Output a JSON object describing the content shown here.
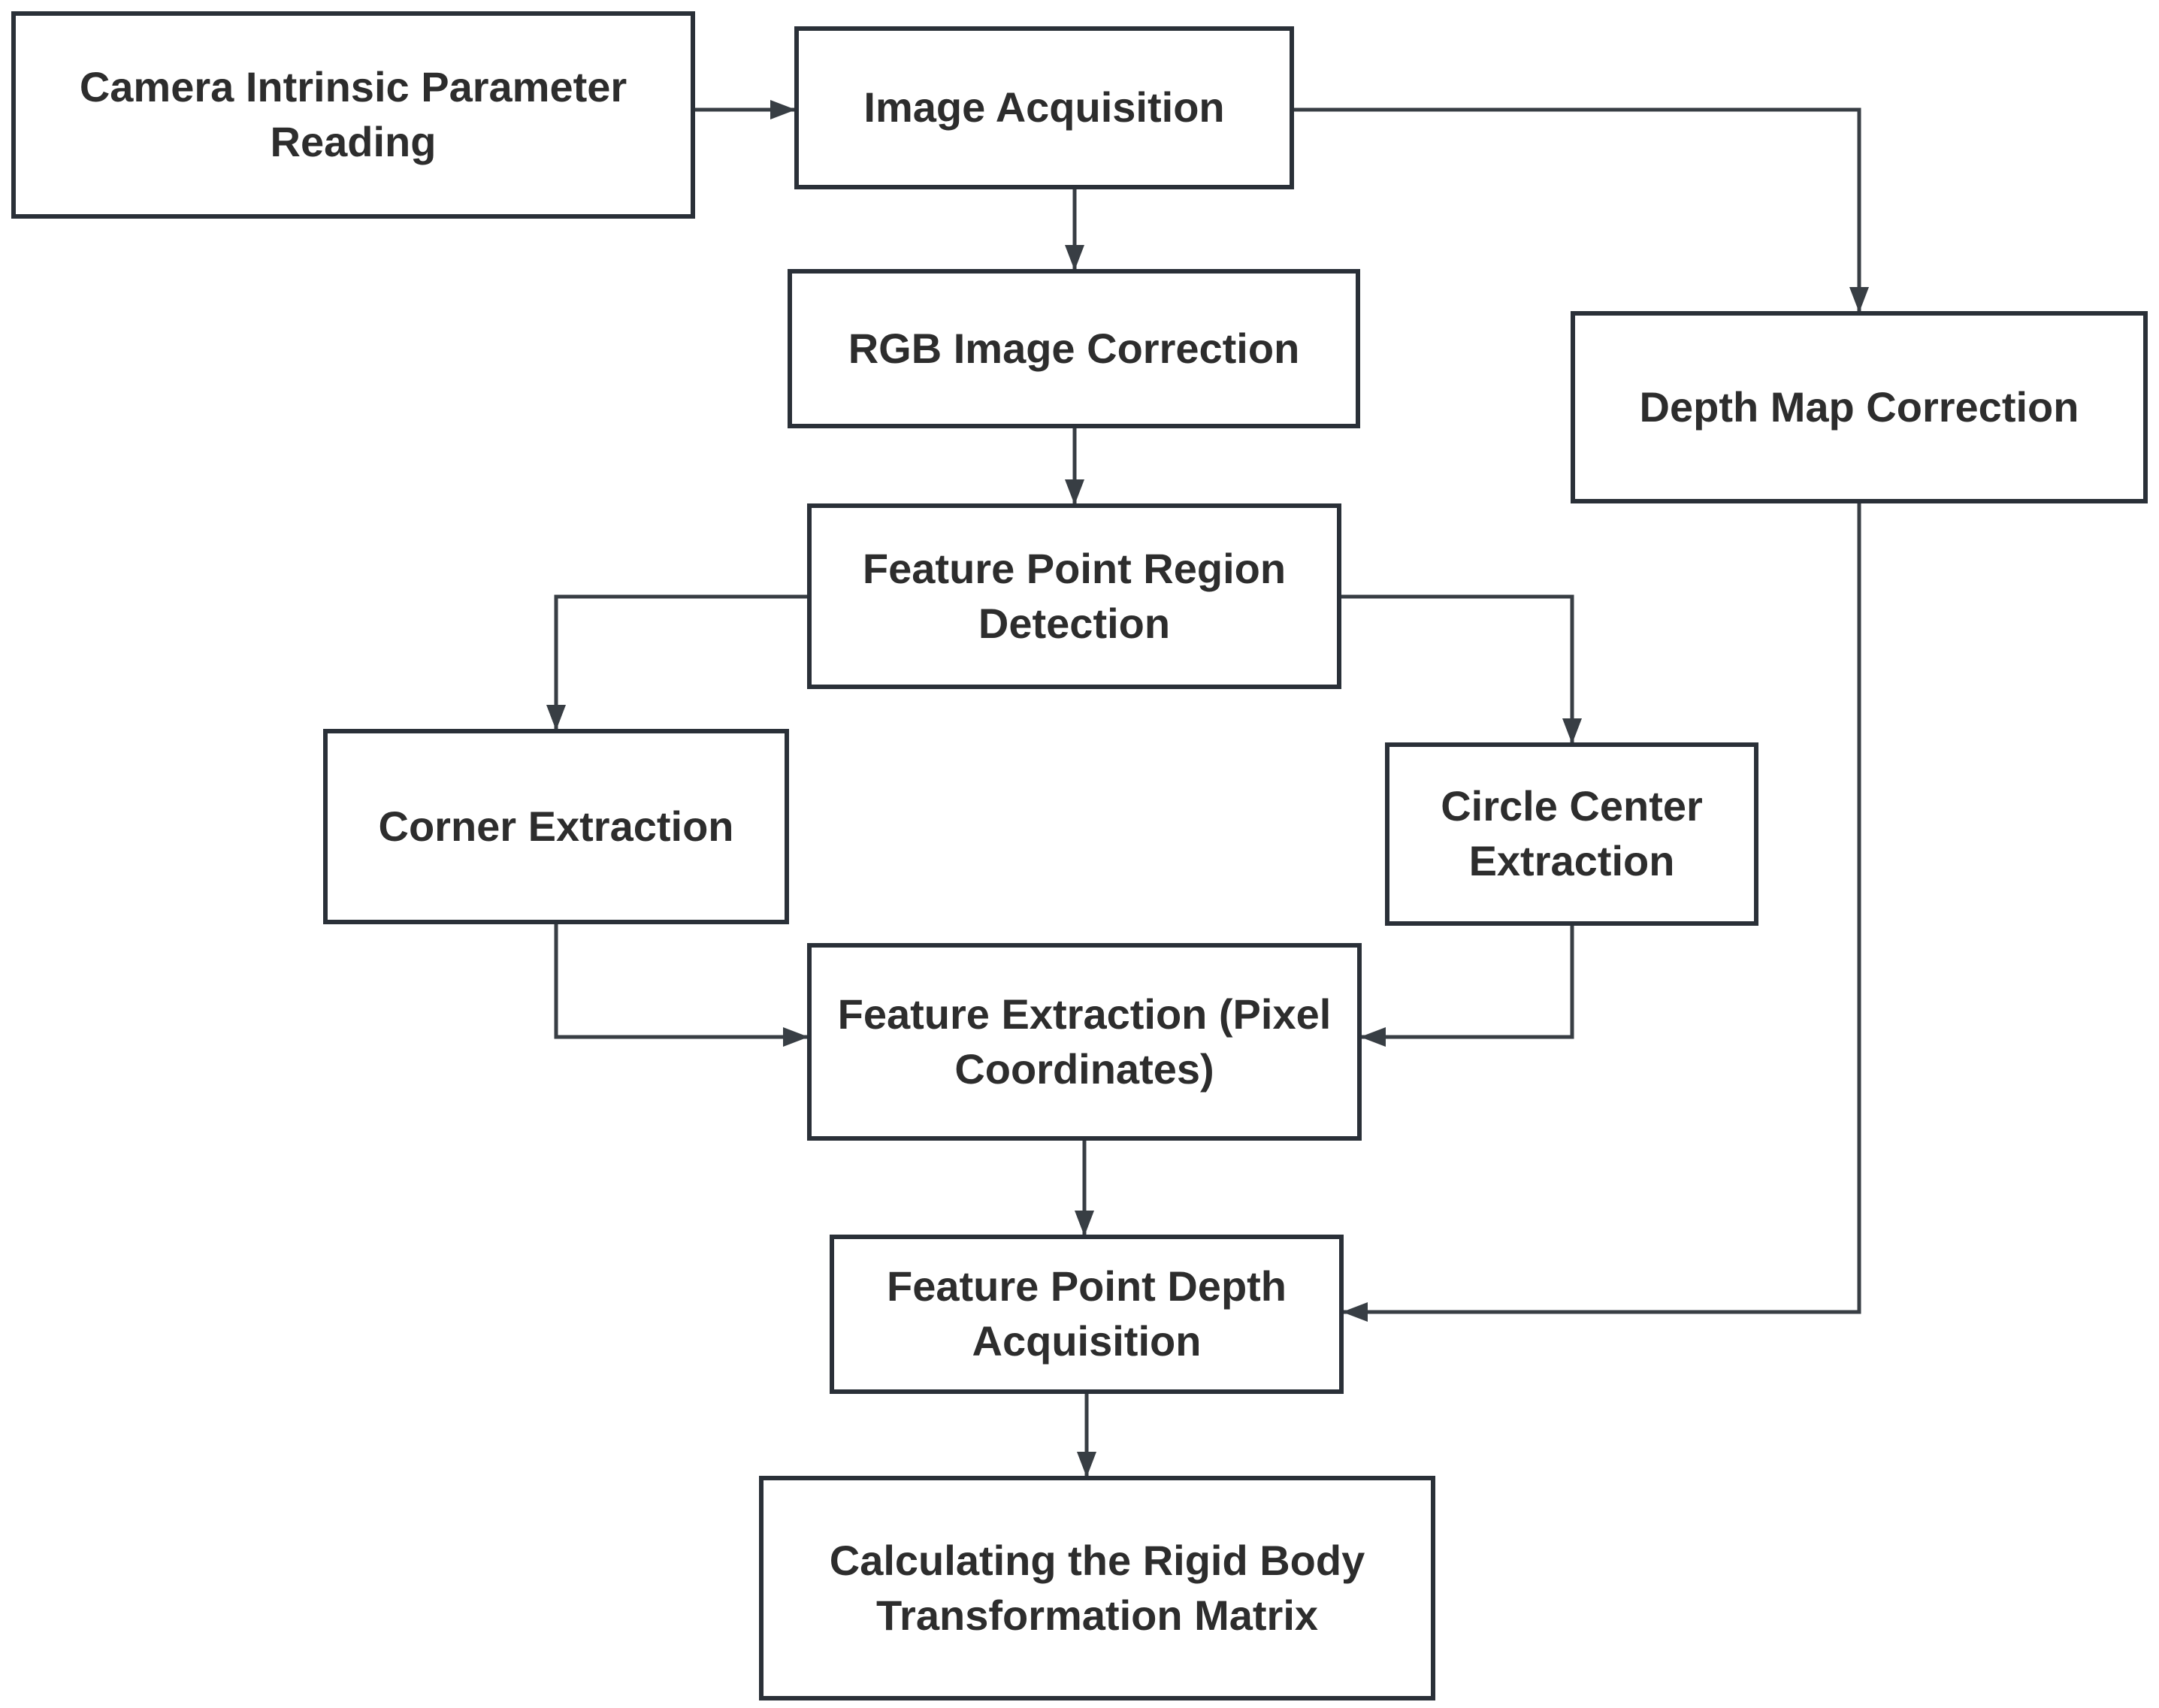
{
  "diagram": {
    "type": "flowchart",
    "background_color": "#ffffff",
    "box_fill_color": "#ffffff",
    "box_border_color": "#2a3038",
    "arrow_color": "#383e44",
    "text_color": "#2d2d2d",
    "nodes": [
      {
        "id": "camera-intrinsic-parameter-reading",
        "label": "Camera Intrinsic Parameter Reading"
      },
      {
        "id": "image-acquisition",
        "label": "Image Acquisition"
      },
      {
        "id": "rgb-image-correction",
        "label": "RGB Image Correction"
      },
      {
        "id": "depth-map-correction",
        "label": "Depth Map Correction"
      },
      {
        "id": "feature-point-region-detection",
        "label": "Feature Point Region Detection"
      },
      {
        "id": "corner-extraction",
        "label": "Corner Extraction"
      },
      {
        "id": "circle-center-extraction",
        "label": "Circle Center Extraction"
      },
      {
        "id": "feature-extraction-pixel-coordinates",
        "label": "Feature Extraction (Pixel Coordinates)"
      },
      {
        "id": "feature-point-depth-acquisition",
        "label": "Feature Point Depth Acquisition"
      },
      {
        "id": "calculating-rigid-body-transformation-matrix",
        "label": "Calculating the Rigid Body Transformation Matrix"
      }
    ],
    "edges": [
      {
        "from": "camera-intrinsic-parameter-reading",
        "to": "image-acquisition"
      },
      {
        "from": "image-acquisition",
        "to": "rgb-image-correction"
      },
      {
        "from": "image-acquisition",
        "to": "depth-map-correction"
      },
      {
        "from": "rgb-image-correction",
        "to": "feature-point-region-detection"
      },
      {
        "from": "feature-point-region-detection",
        "to": "corner-extraction"
      },
      {
        "from": "feature-point-region-detection",
        "to": "circle-center-extraction"
      },
      {
        "from": "corner-extraction",
        "to": "feature-extraction-pixel-coordinates"
      },
      {
        "from": "circle-center-extraction",
        "to": "feature-extraction-pixel-coordinates"
      },
      {
        "from": "feature-extraction-pixel-coordinates",
        "to": "feature-point-depth-acquisition"
      },
      {
        "from": "depth-map-correction",
        "to": "feature-point-depth-acquisition"
      },
      {
        "from": "feature-point-depth-acquisition",
        "to": "calculating-rigid-body-transformation-matrix"
      }
    ]
  }
}
